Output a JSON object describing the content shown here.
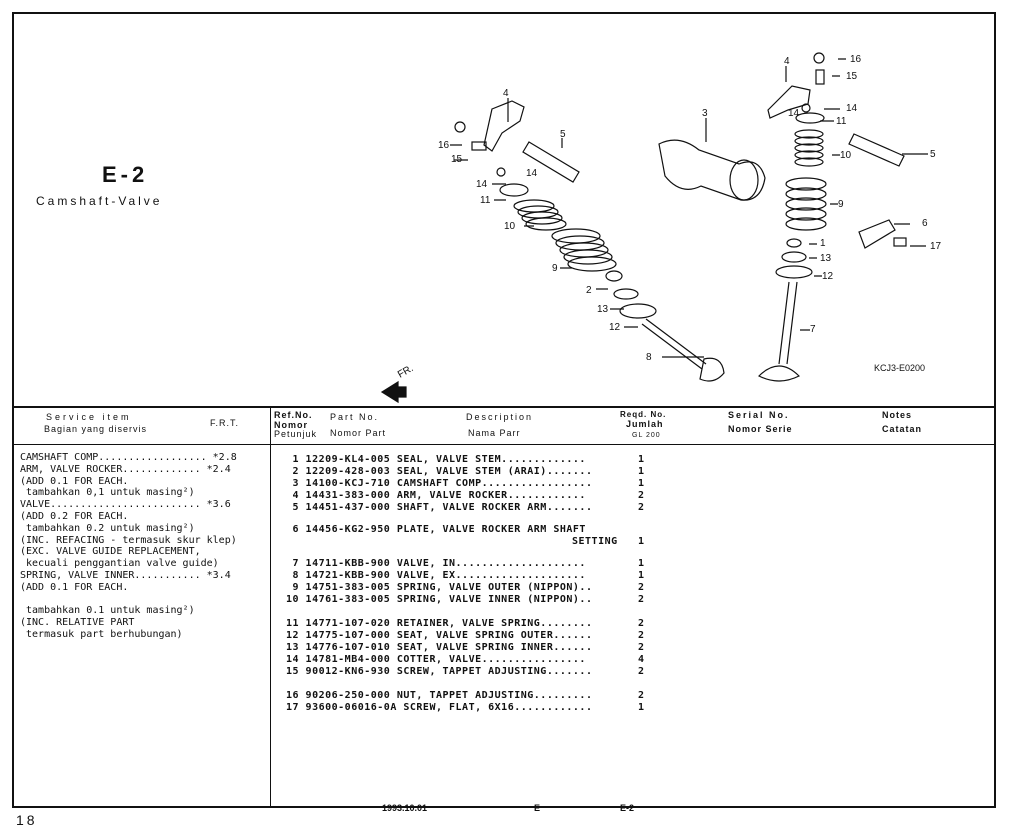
{
  "section": {
    "code": "E-2",
    "name": "Camshaft-Valve"
  },
  "diagram": {
    "code": "KCJ3-E0200",
    "direction_label": "FR.",
    "callouts": [
      "1",
      "2",
      "3",
      "4",
      "4",
      "5",
      "5",
      "6",
      "7",
      "8",
      "9",
      "9",
      "10",
      "10",
      "11",
      "11",
      "12",
      "12",
      "13",
      "13",
      "14",
      "14",
      "14",
      "14",
      "15",
      "15",
      "16",
      "16",
      "17"
    ]
  },
  "headers": {
    "service_item": "Service item",
    "service_item_id": "Bagian yang diservis",
    "frt": "F.R.T.",
    "ref_no": "Ref.No.",
    "ref_no_id": "Nomor",
    "ref_no_id2": "Petunjuk",
    "part_no": "Part No.",
    "part_no_id": "Nomor Part",
    "description": "Description",
    "description_id": "Nama Parr",
    "reqd_no": "Reqd. No.",
    "reqd_no_id": "Jumlah",
    "model": "GL 200",
    "serial_no": "Serial No.",
    "serial_no_id": "Nomor Serie",
    "notes": "Notes",
    "notes_id": "Catatan"
  },
  "service_items": [
    "CAMSHAFT COMP.................. *2.8",
    "ARM, VALVE ROCKER............. *2.4",
    "(ADD 0.1 FOR EACH.",
    " tambahkan 0,1 untuk masing²)",
    "VALVE......................... *3.6",
    "(ADD 0.2 FOR EACH.",
    " tambahkan 0.2 untuk masing²)",
    "(INC. REFACING - termasuk skur klep)",
    "(EXC. VALVE GUIDE REPLACEMENT,",
    " kecuali penggantian valve guide)",
    "SPRING, VALVE INNER........... *3.4",
    "(ADD 0.1 FOR EACH.",
    "",
    " tambahkan 0.1 untuk masing²)",
    "(INC. RELATIVE PART",
    " termasuk part berhubungan)"
  ],
  "parts": [
    {
      "ref": "1",
      "part_no": "12209-KL4-005",
      "desc": "SEAL, VALVE STEM.............",
      "qty": "1"
    },
    {
      "ref": "2",
      "part_no": "12209-428-003",
      "desc": "SEAL, VALVE STEM (ARAI).......",
      "qty": "1"
    },
    {
      "ref": "3",
      "part_no": "14100-KCJ-710",
      "desc": "CAMSHAFT COMP.................",
      "qty": "1"
    },
    {
      "ref": "4",
      "part_no": "14431-383-000",
      "desc": "ARM, VALVE ROCKER............",
      "qty": "2"
    },
    {
      "ref": "5",
      "part_no": "14451-437-000",
      "desc": "SHAFT, VALVE ROCKER ARM.......",
      "qty": "2"
    },
    {
      "ref": "6",
      "part_no": "14456-KG2-950",
      "desc": "PLATE, VALVE ROCKER ARM SHAFT",
      "desc2": "SETTING",
      "qty": "1"
    },
    {
      "ref": "7",
      "part_no": "14711-KBB-900",
      "desc": "VALVE, IN....................",
      "qty": "1"
    },
    {
      "ref": "8",
      "part_no": "14721-KBB-900",
      "desc": "VALVE, EX....................",
      "qty": "1"
    },
    {
      "ref": "9",
      "part_no": "14751-383-005",
      "desc": "SPRING, VALVE OUTER (NIPPON)..",
      "qty": "2"
    },
    {
      "ref": "10",
      "part_no": "14761-383-005",
      "desc": "SPRING, VALVE INNER (NIPPON)..",
      "qty": "2"
    },
    {
      "ref": "11",
      "part_no": "14771-107-020",
      "desc": "RETAINER, VALVE SPRING........",
      "qty": "2"
    },
    {
      "ref": "12",
      "part_no": "14775-107-000",
      "desc": "SEAT, VALVE SPRING OUTER......",
      "qty": "2"
    },
    {
      "ref": "13",
      "part_no": "14776-107-010",
      "desc": "SEAT, VALVE SPRING INNER......",
      "qty": "2"
    },
    {
      "ref": "14",
      "part_no": "14781-MB4-000",
      "desc": "COTTER, VALVE................",
      "qty": "4"
    },
    {
      "ref": "15",
      "part_no": "90012-KN6-930",
      "desc": "SCREW, TAPPET ADJUSTING.......",
      "qty": "2"
    },
    {
      "ref": "16",
      "part_no": "90206-250-000",
      "desc": "NUT, TAPPET ADJUSTING.........",
      "qty": "2"
    },
    {
      "ref": "17",
      "part_no": "93600-06016-0A",
      "desc": "SCREW, FLAT, 6X16............",
      "qty": "1"
    }
  ],
  "footer": {
    "date": "1993.10.01",
    "group": "E",
    "page_code": "E-2"
  },
  "page_number": "18"
}
